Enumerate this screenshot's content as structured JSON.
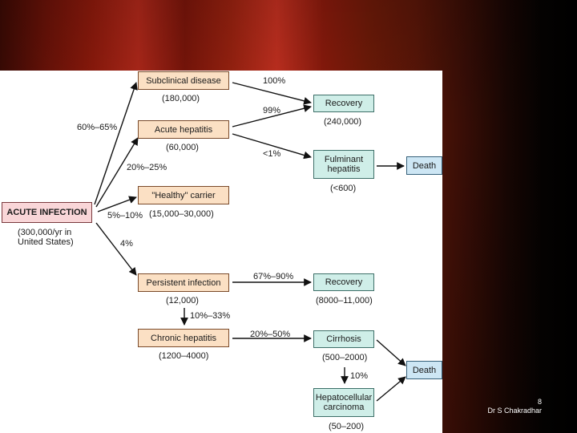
{
  "slide": {
    "page_number": "8",
    "author": "Dr S Chakradhar"
  },
  "nodes": {
    "acute_infection": {
      "label": "ACUTE INFECTION",
      "note": "(300,000/yr in United States)"
    },
    "subclinical": {
      "label": "Subclinical disease",
      "count": "(180,000)"
    },
    "acute_hepatitis": {
      "label": "Acute hepatitis",
      "count": "(60,000)"
    },
    "healthy_carrier": {
      "label": "\"Healthy\" carrier",
      "count": "(15,000–30,000)"
    },
    "persistent": {
      "label": "Persistent infection",
      "count": "(12,000)"
    },
    "chronic": {
      "label": "Chronic hepatitis",
      "count": "(1200–4000)"
    },
    "recovery_1": {
      "label": "Recovery",
      "count": "(240,000)"
    },
    "fulminant": {
      "label": "Fulminant hepatitis",
      "count": "(<600)"
    },
    "death_1": {
      "label": "Death"
    },
    "recovery_2": {
      "label": "Recovery",
      "count": "(8000–11,000)"
    },
    "cirrhosis": {
      "label": "Cirrhosis",
      "count": "(500–2000)"
    },
    "hcc": {
      "label": "Hepatocellular carcinoma",
      "count": "(50–200)"
    },
    "death_2": {
      "label": "Death"
    }
  },
  "edges": {
    "to_subclinical_acute": "60%–65%",
    "to_carrier": "20%–25%",
    "to_carrier_low": "5%–10%",
    "to_persistent": "4%",
    "subclinical_recovery": "100%",
    "acute_recovery": "99%",
    "acute_fulminant": "<1%",
    "persistent_recovery": "67%–90%",
    "persistent_chronic": "10%–33%",
    "chronic_cirrhosis": "20%–50%",
    "cirrhosis_hcc": "10%"
  },
  "colors": {
    "orange_fill": "#fbe0c4",
    "teal_fill": "#cfeee8",
    "blue_fill": "#cde6f4",
    "pink_fill": "#f9d6d8"
  }
}
